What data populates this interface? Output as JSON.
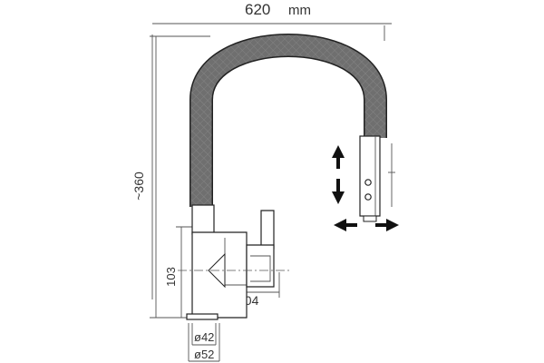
{
  "dimensions": {
    "width_label": "620",
    "width_unit": "mm",
    "height_label": "~360",
    "base_height_label": "103",
    "spout_length_label": "104",
    "inner_diameter_label": "ø42",
    "outer_diameter_label": "ø52"
  },
  "colors": {
    "line": "#222222",
    "dimension_line": "#555555",
    "hose_mesh": "#444444",
    "arrow": "#111111"
  },
  "icons": {
    "spray_head_up_arrow": "arrow-up-icon",
    "spray_head_down_arrow": "arrow-down-icon",
    "swivel_left_arrow": "arrow-left-icon",
    "swivel_right_arrow": "arrow-right-icon"
  }
}
